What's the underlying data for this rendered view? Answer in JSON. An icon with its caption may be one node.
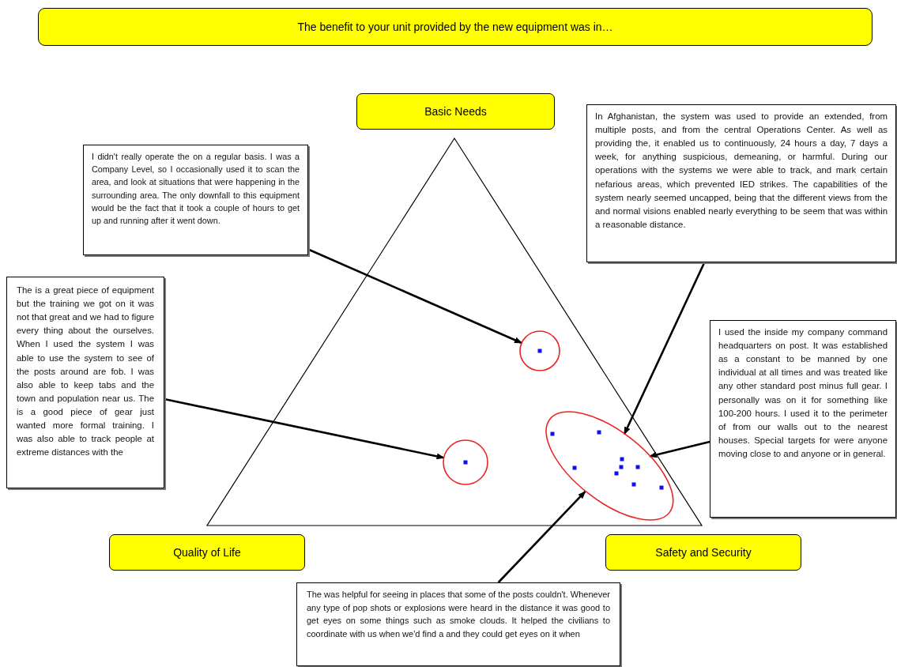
{
  "diagram": {
    "title": "The benefit to your unit provided by the new equipment was in…",
    "nodes": [
      {
        "text": [
          "Basic Needs"
        ]
      },
      {
        "text": [
          "I didn't really operate the on a regular basis. I was a Company Level, so I occasionally used it to scan the area, and look at situations that were happening in the surrounding area. The only downfall to this equipment would be the fact that it took a couple of hours to get up and running after it went down."
        ]
      },
      {
        "text": [
          "In Afghanistan, the system was used to provide an extended, from multiple posts, and from the central Operations Center. As well as providing the, it enabled us to continuously, 24 hours a day, 7 days a week, for anything suspicious, demeaning, or harmful. During our operations with the systems we were able to track, and mark certain nefarious areas, which prevented IED strikes. The capabilities of the system nearly seemed uncapped, being that the different views from the and normal visions enabled nearly everything to be seem that was within a reasonable distance."
        ]
      },
      {
        "text": [
          "The is a great piece of equipment but the training we got on it was not that great and we had to figure every thing about the ourselves. When I used the system I was able to use the system to see of the posts around are fob. I was also able to keep tabs and the town and population near us. The is a good piece of gear just wanted more formal training. I was also able to track people at extreme distances with the"
        ]
      },
      {
        "text": [],
        "shape": "circle"
      },
      {
        "text": [
          "I used the inside my company command headquarters on post. It was established as a constant to be manned by one individual at all times and was treated like any other standard post minus full gear. I personally was on it for something like 100-200 hours. I used it to the perimeter of from our walls out to the nearest houses. Special targets for were anyone moving close to and anyone or in general."
        ]
      },
      {
        "text": [],
        "shape": "circle"
      },
      {
        "text": [],
        "shape": "ellipse"
      },
      {
        "text": [
          "Quality of Life"
        ]
      },
      {
        "text": [
          "Safety and Security"
        ]
      },
      {
        "text": [
          "The was helpful for seeing in places that some of the posts couldn't. Whenever any type of pop shots or explosions were heard in the distance it was good to get eyes on some things such as smoke clouds. It helped the civilians to coordinate with us when we'd find a and they could get eyes on it when"
        ]
      }
    ],
    "edges": [
      {
        "from": 1,
        "to": 4,
        "arrow": "to"
      },
      {
        "from": 3,
        "to": 6,
        "arrow": "to"
      },
      {
        "from": 2,
        "to": 7,
        "arrow": "to"
      },
      {
        "from": 5,
        "to": 7,
        "arrow": "to"
      },
      {
        "from": 10,
        "to": 7,
        "arrow": "to"
      }
    ]
  }
}
